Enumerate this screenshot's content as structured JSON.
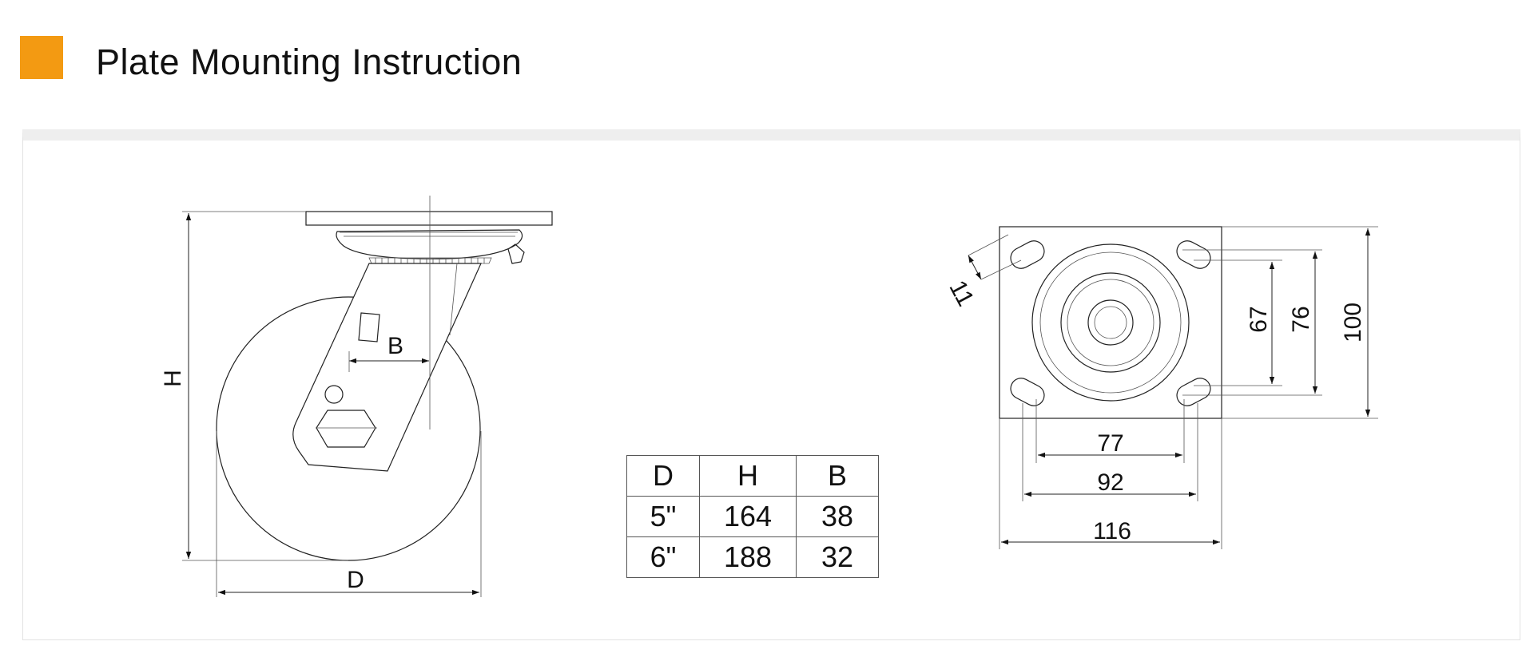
{
  "header": {
    "title": "Plate Mounting Instruction",
    "accent_color": "#f39a12"
  },
  "side_view": {
    "label_h": "H",
    "label_d": "D",
    "label_b": "B"
  },
  "top_view": {
    "slot_width": "11",
    "dim_67": "67",
    "dim_76": "76",
    "dim_100": "100",
    "dim_77": "77",
    "dim_92": "92",
    "dim_116": "116"
  },
  "spec_table": {
    "headers": [
      "D",
      "H",
      "B"
    ],
    "rows": [
      [
        "5\"",
        "164",
        "38"
      ],
      [
        "6\"",
        "188",
        "32"
      ]
    ]
  }
}
